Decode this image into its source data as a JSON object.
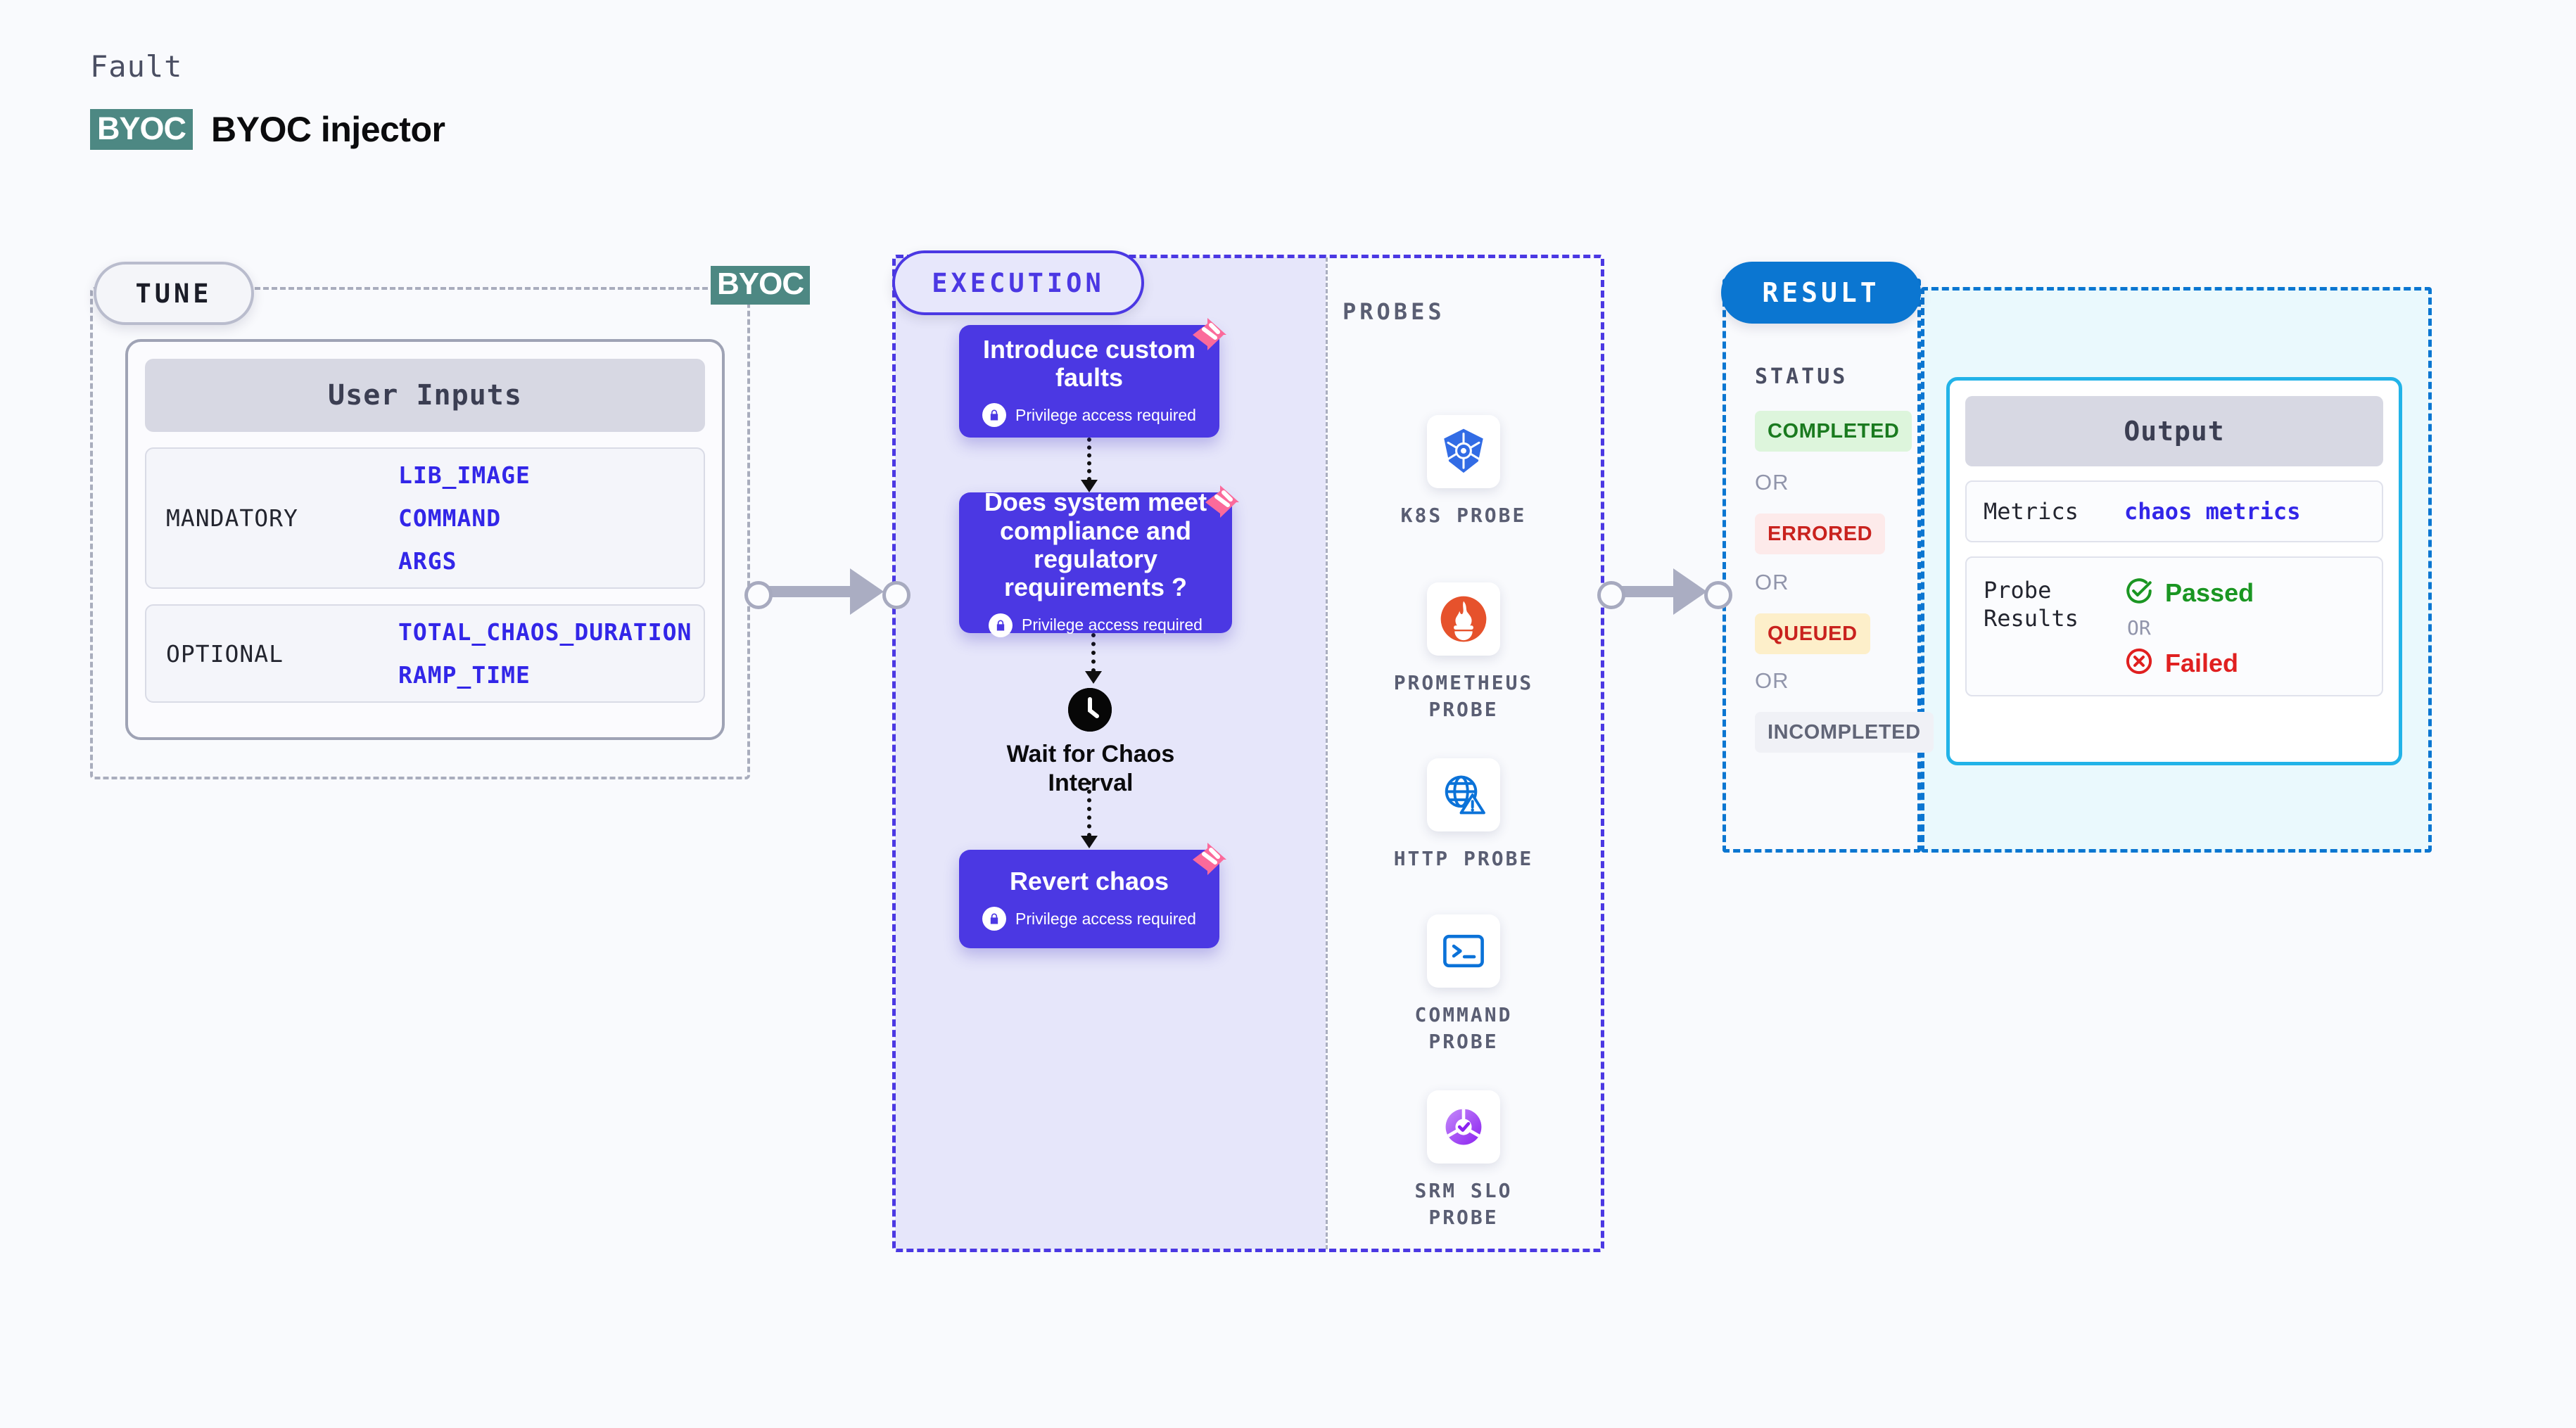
{
  "header": {
    "eyebrow": "Fault",
    "badge": "BYOC",
    "title": "BYOC injector"
  },
  "tune": {
    "pill_label": "TUNE",
    "edge_badge": "BYOC",
    "card_header": "User Inputs",
    "groups": [
      {
        "label": "MANDATORY",
        "values": [
          "LIB_IMAGE",
          "COMMAND",
          "ARGS"
        ]
      },
      {
        "label": "OPTIONAL",
        "values": [
          "TOTAL_CHAOS_DURATION",
          "RAMP_TIME"
        ]
      }
    ]
  },
  "execution": {
    "pill_label": "EXECUTION",
    "privilege_note": "Privilege access required",
    "nodes": [
      {
        "title": "Introduce custom faults",
        "privileged": true
      },
      {
        "title": "Does system meet compliance and regulatory requirements ?",
        "privileged": true
      },
      {
        "title": "Revert chaos",
        "privileged": true
      }
    ],
    "wait_label": "Wait for Chaos Interval"
  },
  "probes": {
    "section_label": "PROBES",
    "items": [
      {
        "name": "K8S PROBE",
        "icon": "kubernetes-icon"
      },
      {
        "name": "PROMETHEUS PROBE",
        "icon": "prometheus-icon"
      },
      {
        "name": "HTTP PROBE",
        "icon": "http-globe-icon"
      },
      {
        "name": "COMMAND PROBE",
        "icon": "terminal-icon"
      },
      {
        "name": "SRM SLO PROBE",
        "icon": "srm-slo-icon"
      }
    ]
  },
  "result": {
    "pill_label": "RESULT",
    "status_label": "STATUS",
    "or_label": "OR",
    "statuses": [
      {
        "label": "COMPLETED",
        "bg": "#ddf5dc",
        "fg": "#1a7a1f"
      },
      {
        "label": "ERRORED",
        "bg": "#fdeaea",
        "fg": "#c9221e"
      },
      {
        "label": "QUEUED",
        "bg": "#fdefca",
        "fg": "#c9221e"
      },
      {
        "label": "INCOMPLETED",
        "bg": "#f0f1f6",
        "fg": "#616577"
      }
    ],
    "output": {
      "header": "Output",
      "metrics_label": "Metrics",
      "metrics_value": "chaos metrics",
      "probe_results_label": "Probe Results",
      "passed_label": "Passed",
      "failed_label": "Failed",
      "or_label": "OR"
    }
  },
  "colors": {
    "page_bg": "#f9fafd",
    "execution_accent": "#4b38e3",
    "execution_fill": "#e6e6fa",
    "result_accent": "#0b76d1",
    "output_fill": "#eaf9fd",
    "output_border": "#22b3e8",
    "byoc_teal": "#4d8883",
    "chaos_pink": "#fb6a9b",
    "tune_border": "#a9adbd"
  }
}
